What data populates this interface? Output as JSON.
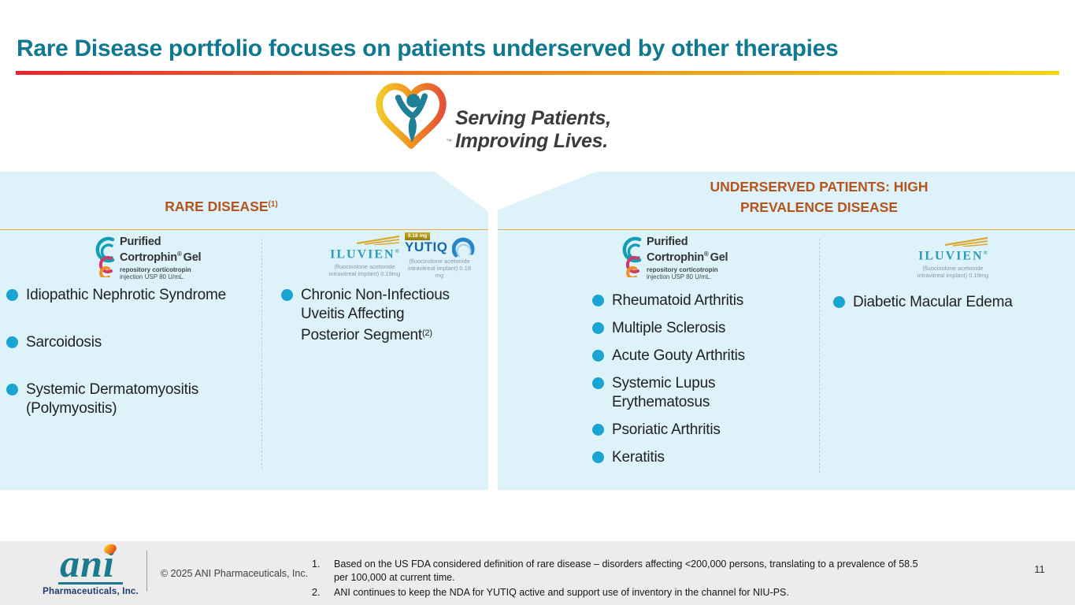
{
  "title": "Rare Disease portfolio focuses on patients underserved by other therapies",
  "brand": {
    "tagline_line1": "Serving Patients,",
    "tagline_line2": "Improving Lives.",
    "trademark": "™"
  },
  "products": {
    "cortrophin": {
      "line1": "Purified",
      "line2": "Cortrophin",
      "reg": "®",
      "line2_suffix": "Gel",
      "sub1": "repository corticotropin",
      "sub2": "injection USP 80 U/mL."
    },
    "iluvien": {
      "name": "ILUVIEN",
      "reg": "®",
      "sub": "(fluocinolone acetonide intravitreal implant) 0.19mg"
    },
    "yutiq": {
      "badge": "0.18 mg",
      "name": "YUTIQ",
      "sub": "(fluocinolone acetonide intravitreal implant) 0.18 mg"
    }
  },
  "left_panel": {
    "header": "RARE DISEASE",
    "header_sup": "(1)",
    "col1_items": [
      "Idiopathic Nephrotic Syndrome",
      "Sarcoidosis",
      "Systemic Dermatomyositis (Polymyositis)"
    ],
    "col2_item": "Chronic Non-Infectious Uveitis Affecting Posterior Segment",
    "col2_item_sup": "(2)"
  },
  "right_panel": {
    "header": "UNDERSERVED PATIENTS: HIGH PREVALENCE DISEASE",
    "col1_items": [
      "Rheumatoid Arthritis",
      "Multiple Sclerosis",
      "Acute Gouty Arthritis",
      "Systemic Lupus Erythematosus",
      "Psoriatic Arthritis",
      "Keratitis"
    ],
    "col2_items": [
      "Diabetic Macular Edema"
    ]
  },
  "footer": {
    "logo_text": "ani",
    "logo_sub": "Pharmaceuticals, Inc.",
    "copyright": "© 2025 ANI Pharmaceuticals, Inc.",
    "footnotes": [
      {
        "num": "1.",
        "text": "Based on the US FDA considered definition of rare disease – disorders affecting <200,000 persons, translating to a prevalence of 58.5 per 100,000 at current time."
      },
      {
        "num": "2.",
        "text": "ANI continues to keep the NDA for YUTIQ active and support use of inventory in the channel for NIU-PS."
      }
    ],
    "page_number": "11"
  },
  "icons": {
    "heart_person_logo": "gradient heart outline with teal person, arms raised",
    "cortrophin_arcs": "nested teal, magenta and orange arcs",
    "iluvien_lines": "gold diagonal rays",
    "yutiq_swoosh": "blue circular swoosh",
    "ani_dot": "orange flame dot over the i"
  },
  "colors": {
    "title_teal": "#10798f",
    "header_orange": "#b5541b",
    "bullet_cyan": "#18a5d1",
    "panel_bg": "#def2f9",
    "gradient_bar": [
      "#e9242c",
      "#ef8c1f",
      "#f5d504"
    ],
    "orange_hairline": "#eaa755",
    "footer_bg": "#ececec",
    "ani_teal": "#1c7a8e",
    "ani_navy": "#1d3a6b",
    "iluvien_teal": "#2f9cb5",
    "yutiq_blue": "#1766ad",
    "yutiq_gold": "#b09a1f"
  }
}
